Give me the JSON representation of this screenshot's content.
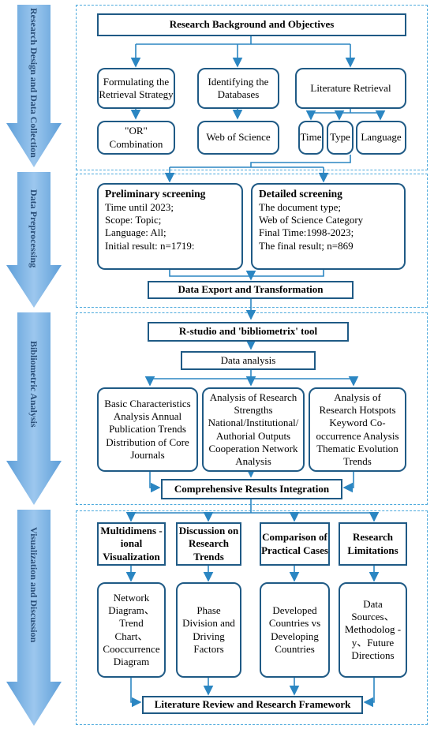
{
  "stages": [
    {
      "label": "Research Design and Data Collection"
    },
    {
      "label": "Data Preprocessing"
    },
    {
      "label": "Bibliometric Analysis"
    },
    {
      "label": "Visualization and Discussion"
    }
  ],
  "s1": {
    "top": "Research Background and Objectives",
    "b1": "Formulating the Retrieval Strategy",
    "b2": "Identifying the Databases",
    "b3": "Literature Retrieval",
    "c1": "\"OR\" Combination",
    "c2": "Web  of  Science",
    "c3a": "Time",
    "c3b": "Type",
    "c3c": "Language"
  },
  "s2": {
    "prelim": {
      "title": "Preliminary screening",
      "lines": [
        "Time until  2023;",
        "Scope: Topic;",
        "Language: All;",
        "Initial  result: n=1719:"
      ]
    },
    "detail": {
      "title": "Detailed  screening",
      "lines": [
        "The  document type;",
        "Web of Science Category",
        "Final Time:1998-2023;",
        "The  final result;  n=869"
      ]
    },
    "export": "Data Export and Transformation"
  },
  "s3": {
    "tool": "R-studio  and  'bibliometrix' tool",
    "analysis": "Data analysis",
    "a1": "Basic Characteristics Analysis Annual Publication Trends Distribution of Core Journals",
    "a2": "Analysis of Research Strengths National/Institutional/ Authorial Outputs Cooperation Network Analysis",
    "a3": "Analysis of Research Hotspots Keyword Co-occurrence Analysis Thematic Evolution Trends",
    "integration": "Comprehensive Results Integration"
  },
  "s4": {
    "h1": "Multidimens -ional Visualization",
    "h2": "Discussion on Research Trends",
    "h3": "Comparison of Practical Cases",
    "h4": "Research Limitations",
    "d1": "Network Diagram、Trend Chart、Cooccurrence Diagram",
    "d2": "Phase Division and Driving Factors",
    "d3": "Developed Countries vs Developing Countries",
    "d4": "Data Sources、Methodolog -y、Future Directions",
    "final": "Literature Review and Research Framework"
  },
  "colors": {
    "arrow": "#7fb6e6",
    "border": "#1f5a85",
    "line": "#2b86c2",
    "panel": "#4aa8dc"
  }
}
